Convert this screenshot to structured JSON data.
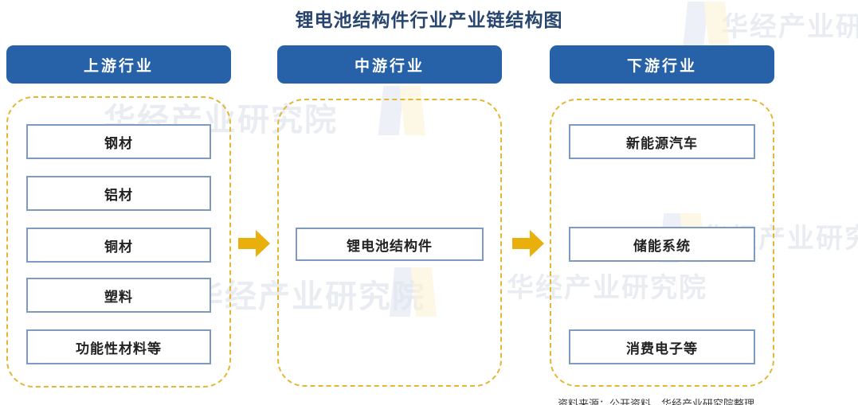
{
  "title": "锂电池结构件行业产业链结构图",
  "theme": {
    "header_blue": "#2762a8",
    "title_navy": "#28456f",
    "dashed_gold": "#e3b732",
    "arrow_gold": "#e8af0d",
    "box_border": "#7e9ac0",
    "watermark_gray": "#e9ecf1"
  },
  "columns": [
    {
      "header": "上游行业",
      "items": [
        "钢材",
        "铝材",
        "铜材",
        "塑料",
        "功能性材料等"
      ]
    },
    {
      "header": "中游行业",
      "items": [
        "锂电池结构件"
      ]
    },
    {
      "header": "下游行业",
      "items": [
        "新能源汽车",
        "储能系统",
        "消费电子等"
      ]
    }
  ],
  "arrows": [
    {
      "name": "upstream-to-midstream",
      "direction": "right"
    },
    {
      "name": "midstream-to-downstream",
      "direction": "right"
    }
  ],
  "watermarks": [
    "华经产业研究院",
    "华经产业研究院",
    "华经产业研究院",
    "华经产业研究院",
    "华经产业研究院"
  ],
  "footnote": "资料来源：公开资料、华经产业研究院整理"
}
